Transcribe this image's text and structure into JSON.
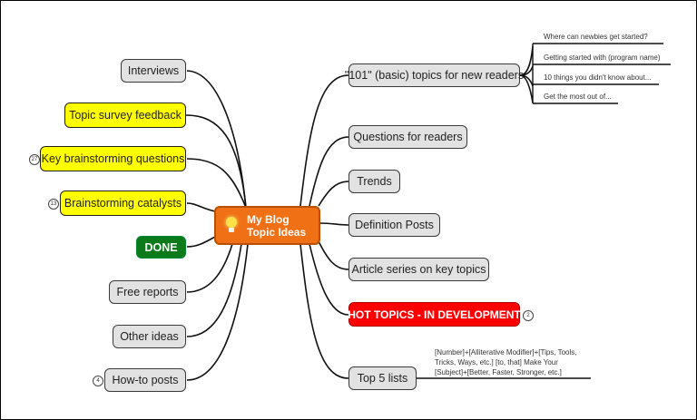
{
  "central": {
    "line1": "My Blog",
    "line2": "Topic Ideas"
  },
  "left_nodes": {
    "interviews": "Interviews",
    "topic_survey": "Topic survey feedback",
    "key_questions": "Key brainstorming questions",
    "catalysts": "Brainstorming catalysts",
    "done": "DONE",
    "free_reports": "Free reports",
    "other_ideas": "Other ideas",
    "howto": "How-to posts"
  },
  "right_nodes": {
    "topics101": "\"101\" (basic) topics for new readers",
    "questions": "Questions for readers",
    "trends": "Trends",
    "definition": "Definition Posts",
    "article_series": "Article series on key topics",
    "hot_topics": "HOT TOPICS - IN DEVELOPMENT",
    "top5": "Top 5 lists"
  },
  "subtopics_101": [
    "Where can newbies get started?",
    "Getting started with (program name)",
    "10 things you didn't know about...",
    "Get the most out of..."
  ],
  "top5_note": [
    "[Number]+[Alliterative Modifier]+[Tips, Tools,",
    "Tricks, Ways, etc.] [to, that] Make Your",
    "[Subject]+[Better, Faster, Stronger, etc.]"
  ],
  "badges": {
    "key_questions": "27",
    "catalysts": "13",
    "hot_topics": "2",
    "howto": "4"
  },
  "colors": {
    "central": "#f07016",
    "yellow": "#ffff00",
    "green": "#0a7a1a",
    "red": "#ff0000",
    "gray": "#e2e2e2"
  }
}
